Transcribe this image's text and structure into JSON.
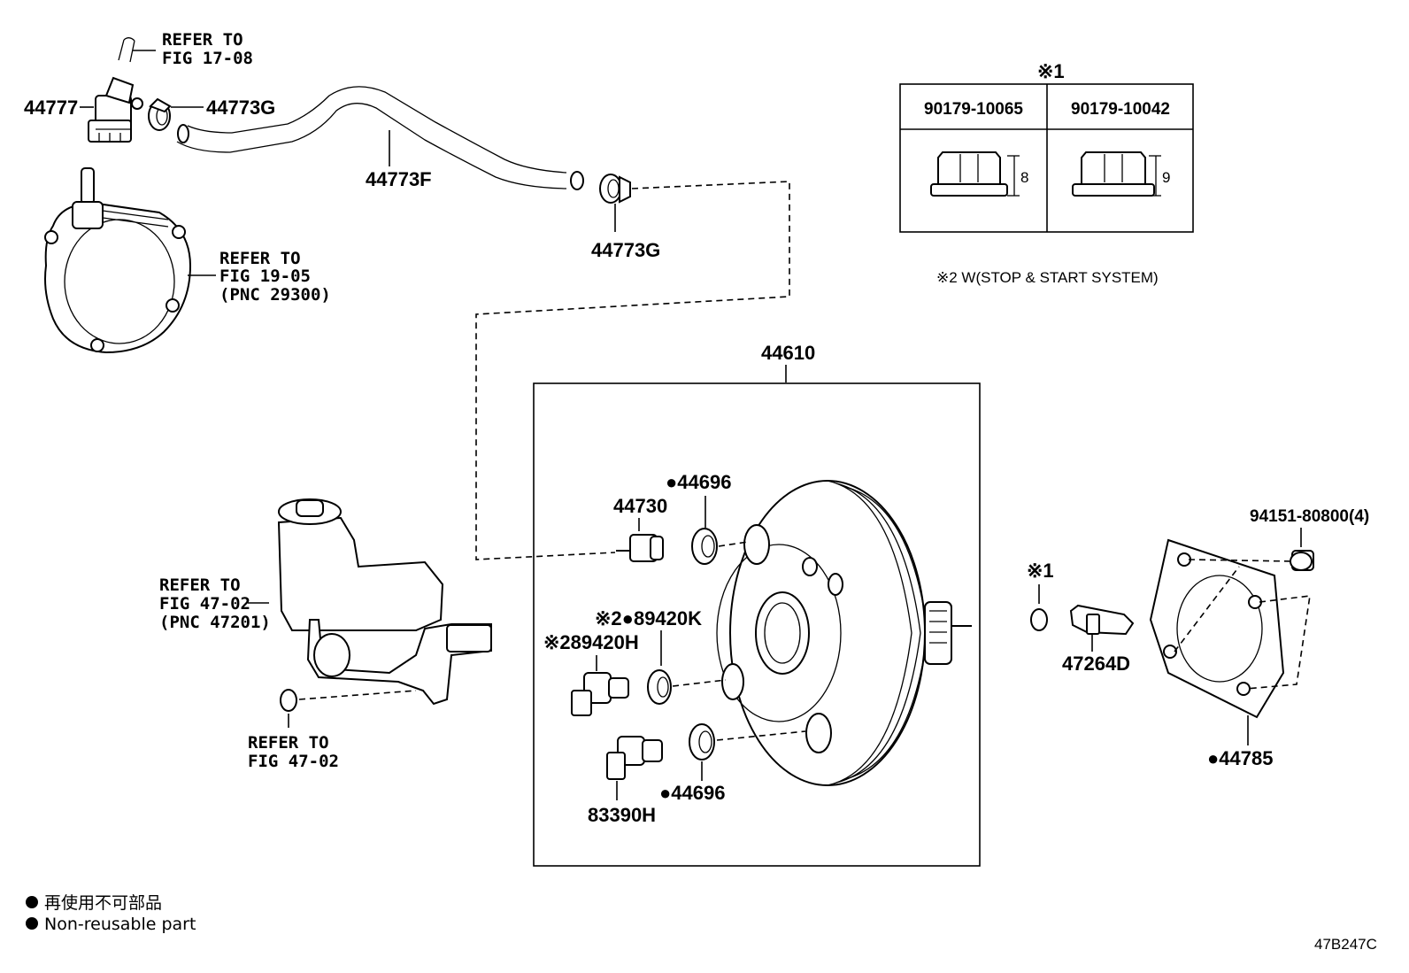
{
  "figure_code": "47B247C",
  "legend": {
    "jp": "再使用不可部品",
    "en": "Non-reusable part"
  },
  "notes": {
    "mark1": "※1",
    "mark2": "※2",
    "note2_text": "※2 W(STOP & START SYSTEM)"
  },
  "table": {
    "mark": "※1",
    "col1_part": "90179-10065",
    "col2_part": "90179-10042",
    "col1_dim": "8",
    "col2_dim": "9"
  },
  "refs": {
    "fig1708_l1": "REFER TO",
    "fig1708_l2": "FIG 17-08",
    "fig1905_l1": "REFER TO",
    "fig1905_l2": "FIG 19-05",
    "fig1905_l3": "(PNC 29300)",
    "fig4702a_l1": "REFER TO",
    "fig4702a_l2": "FIG 47-02",
    "fig4702a_l3": "(PNC 47201)",
    "fig4702b_l1": "REFER TO",
    "fig4702b_l2": "FIG 47-02"
  },
  "parts": {
    "p44777": "44777",
    "p44773G_top": "44773G",
    "p44773F": "44773F",
    "p44773G_mid": "44773G",
    "p44610": "44610",
    "p44696_top": "●44696",
    "p44730": "44730",
    "p89420K": "※2●89420K",
    "p89420H": "※289420H",
    "p83390H": "83390H",
    "p44696_bot": "●44696",
    "p94151": "94151-80800(4)",
    "p47264D": "47264D",
    "p44785": "●44785",
    "p_mark1": "※1"
  }
}
